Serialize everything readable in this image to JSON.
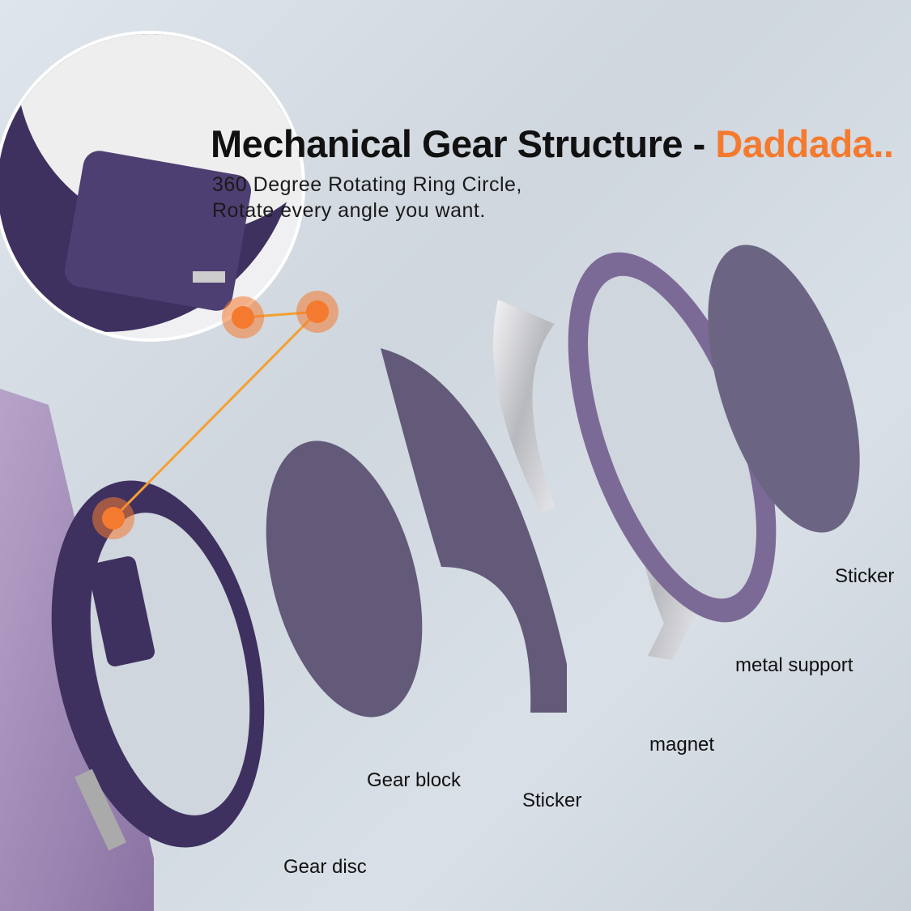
{
  "header": {
    "title": "Mechanical Gear Structure - ",
    "brand": "Daddada..",
    "subtitle_line1": "360 Degree Rotating Ring Circle,",
    "subtitle_line2": "Rotate every angle you want."
  },
  "parts": [
    {
      "label": "Gear disc"
    },
    {
      "label": "Gear block"
    },
    {
      "label": "Sticker"
    },
    {
      "label": "magnet"
    },
    {
      "label": "metal support"
    },
    {
      "label": "Sticker"
    }
  ],
  "colors": {
    "accent": "#f47a30",
    "product": "#5a4a7a"
  }
}
